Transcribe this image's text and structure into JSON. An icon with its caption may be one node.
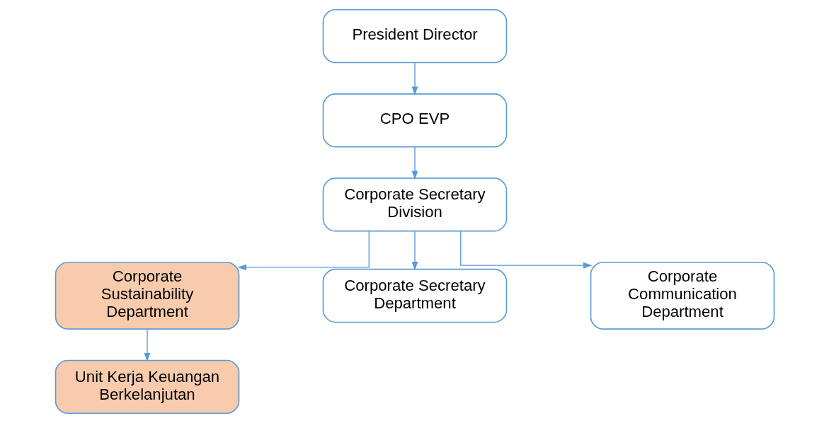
{
  "diagram": {
    "nodes": [
      {
        "text": [
          "President Director"
        ]
      },
      {
        "text": [
          "CPO EVP"
        ]
      },
      {
        "text": [
          "Corporate Secretary Division"
        ]
      },
      {
        "text": [
          "Corporate Sustainability Department"
        ]
      },
      {
        "text": [
          "Corporate Secretary Department"
        ]
      },
      {
        "text": [
          "Corporate Communication Department"
        ]
      },
      {
        "text": [
          "Unit Kerja Keuangan Berkelanjutan"
        ]
      }
    ],
    "edges": [
      {
        "from": 0,
        "to": 1,
        "arrow": "to"
      },
      {
        "from": 1,
        "to": 2,
        "arrow": "to"
      },
      {
        "from": 2,
        "to": 3,
        "arrow": "to"
      },
      {
        "from": 2,
        "to": 4,
        "arrow": "to"
      },
      {
        "from": 2,
        "to": 5,
        "arrow": "to"
      },
      {
        "from": 3,
        "to": 6,
        "arrow": "to"
      }
    ]
  }
}
